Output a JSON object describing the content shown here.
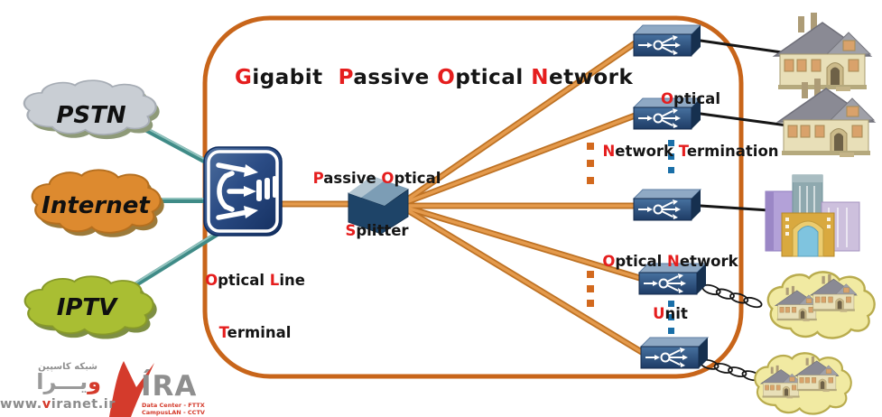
{
  "title": {
    "parts": [
      "G",
      "igabit  ",
      "P",
      "assive ",
      "O",
      "ptical ",
      "N",
      "etwork"
    ]
  },
  "clouds": {
    "pstn": "PSTN",
    "internet": "Internet",
    "iptv": "IPTV"
  },
  "olt": {
    "l1": [
      "O",
      "ptical ",
      "L",
      "ine"
    ],
    "l2": [
      "T",
      "erminal"
    ]
  },
  "splitter": {
    "l1": [
      "P",
      "assive ",
      "O",
      "ptical"
    ],
    "l2": [
      "S",
      "plitter"
    ]
  },
  "ont": {
    "l1": [
      "O",
      "ptical"
    ],
    "l2": [
      "N",
      "etwork ",
      "T",
      "ermination"
    ]
  },
  "onu": {
    "l1": [
      "O",
      "ptical ",
      "N",
      "etwork"
    ],
    "l2": [
      "U",
      "nit"
    ]
  },
  "logo": {
    "farsi_small": "شبکه کاسپین",
    "farsi_big_red": "و",
    "farsi_big_gray": "یـــرا",
    "website_pre": "www.",
    "website_red": "v",
    "website_post": "iranet.ir",
    "brand": "ÍRA",
    "tagline1": "Data Center - FTTX",
    "tagline2": "CampusLAN - CCTV"
  },
  "colors": {
    "boundary_orange": "#C8651A",
    "fiber_orange": "#E0943F",
    "access_teal": "#4E9A94",
    "letter_red": "#E51E1E",
    "device_navy": "#2A4C7C",
    "dot_orange": "#D2691E",
    "dot_blue": "#1A6FA8",
    "logo_red": "#D43B2C"
  }
}
